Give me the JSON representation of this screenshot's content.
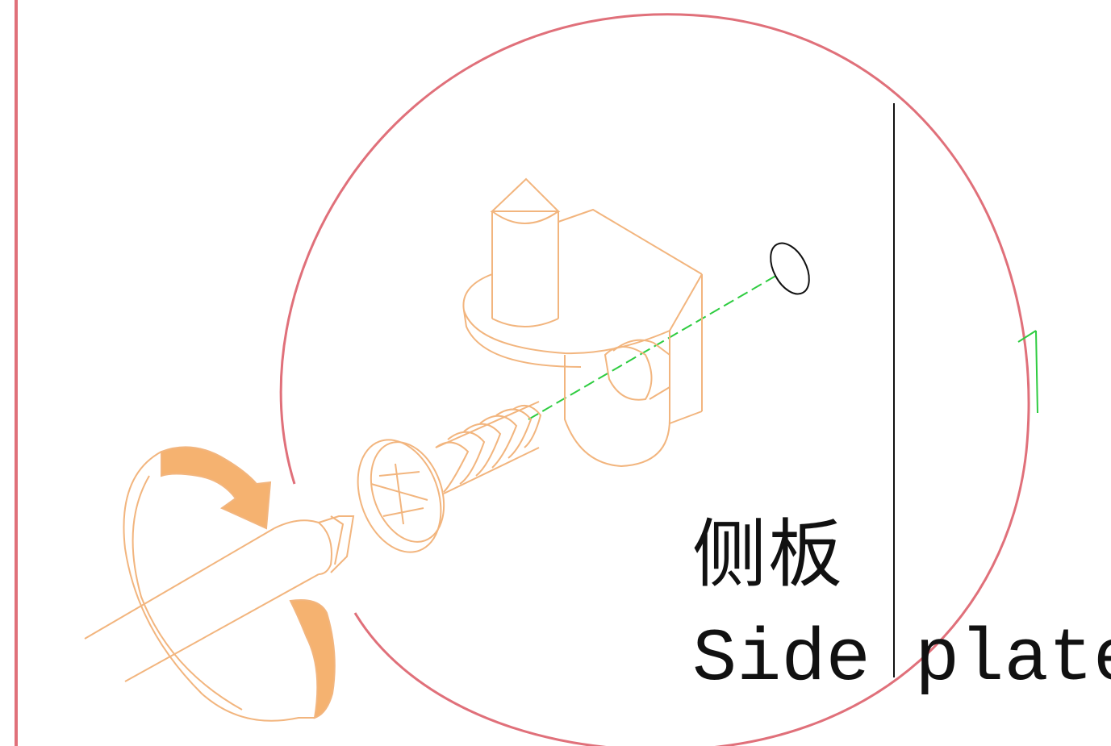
{
  "labels": {
    "chinese": "侧板",
    "english": "Side plate"
  },
  "colors": {
    "frame": "#e0707a",
    "part_outline": "#f2b57e",
    "arrow_fill": "#f5b270",
    "axis_line": "#2ecc40",
    "ink": "#111111"
  },
  "icons": {
    "rotation_arrow": "clockwise-rotation-arrow",
    "screwdriver": "screwdriver",
    "screw": "phillips-screw",
    "bracket": "shelf-support-bracket"
  }
}
